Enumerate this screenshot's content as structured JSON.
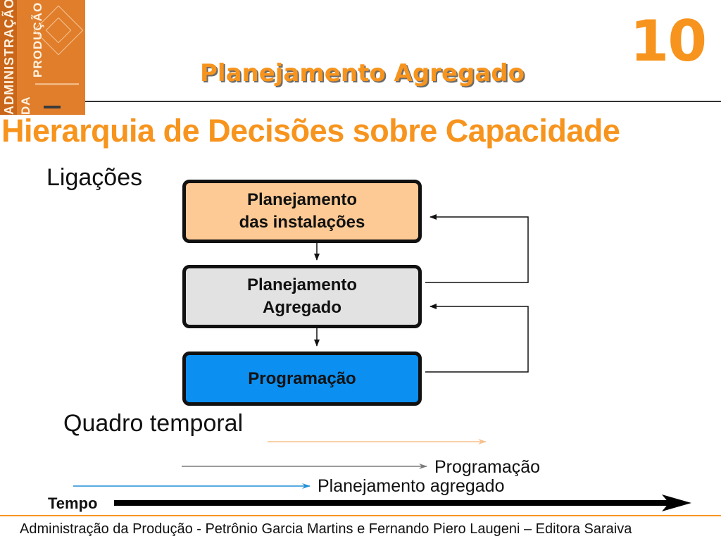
{
  "cover": {
    "title_line1": "ADMINISTRAÇÃO",
    "title_line2": "DA",
    "title_line3": "PRODUÇÃO"
  },
  "header": {
    "chapter_number": "10",
    "chapter_title": "Planejamento Agregado"
  },
  "slide": {
    "title": "Hierarquia de Decisões sobre Capacidade",
    "section_ligacoes": "Ligações",
    "section_quadro": "Quadro temporal"
  },
  "diagram": {
    "boxes": [
      {
        "line1": "Planejamento",
        "line2": "das instalações",
        "fill": "#fdc994"
      },
      {
        "line1": "Planejamento",
        "line2": "Agregado",
        "fill": "#e2e2e2"
      },
      {
        "line1": "Programação",
        "line2": "",
        "fill": "#0b8ff0"
      }
    ]
  },
  "timeline": {
    "programacao_label": "Programação",
    "agregado_label": "Planejamento agregado",
    "tempo_label": "Tempo",
    "colors": {
      "instalacoes": "#f6c08a",
      "programacao": "#7a7a7a",
      "agregado": "#1e90d6",
      "tempo": "#000000"
    }
  },
  "footer": {
    "text": "Administração da Produção - Petrônio Garcia Martins e Fernando Piero Laugeni – Editora Saraiva"
  }
}
